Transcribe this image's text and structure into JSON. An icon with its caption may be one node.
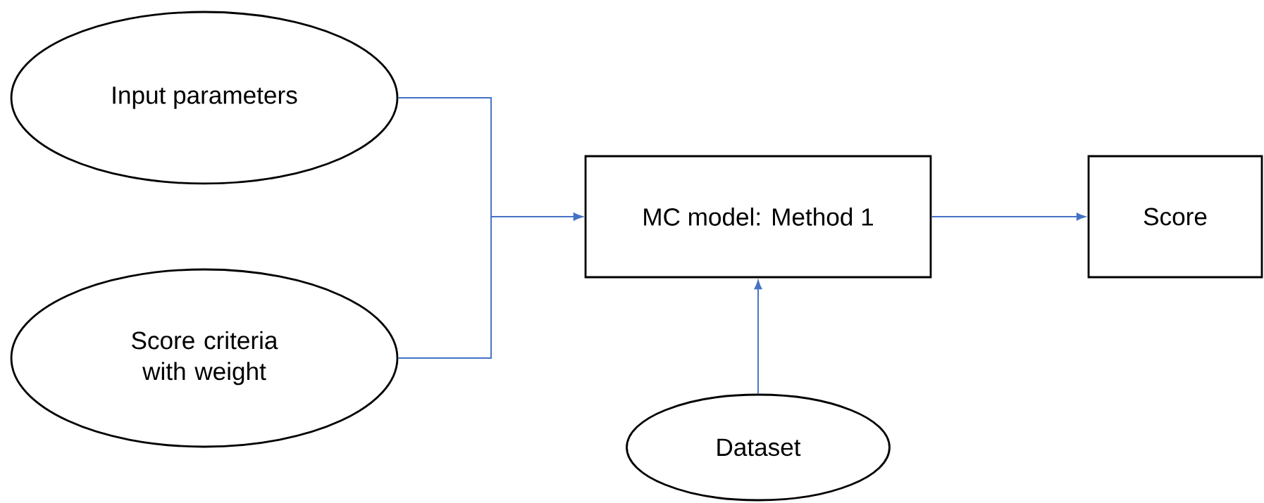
{
  "diagram": {
    "nodes": [
      {
        "text": [
          "Input parameters"
        ]
      },
      {
        "text": [
          "Score criteria with weight"
        ]
      },
      {
        "text": [
          "MC model: Method 1"
        ]
      },
      {
        "text": [
          "Score"
        ]
      },
      {
        "text": [
          "Dataset"
        ]
      }
    ],
    "edges": [
      {
        "from": 0,
        "to": 2,
        "arrow": "to"
      },
      {
        "from": 1,
        "to": 2,
        "arrow": "to"
      },
      {
        "from": 4,
        "to": 2,
        "arrow": "to"
      },
      {
        "from": 2,
        "to": 3,
        "arrow": "to"
      }
    ]
  }
}
